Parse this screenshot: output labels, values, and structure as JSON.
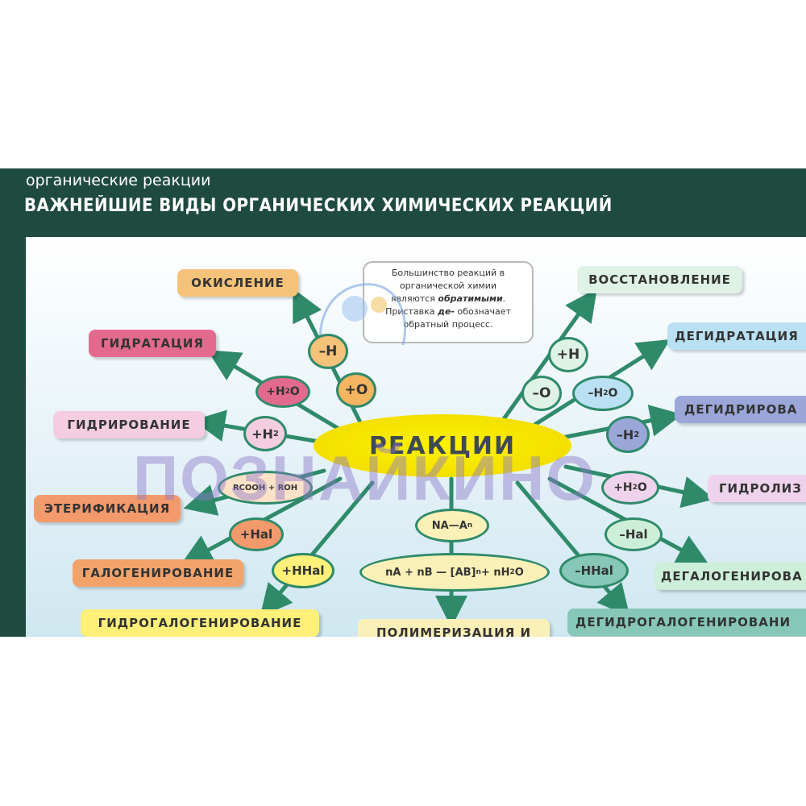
{
  "header": {
    "subtitle": "органические реакции",
    "title": "ВАЖНЕЙШИЕ ВИДЫ ОРГАНИЧЕСКИХ ХИМИЧЕСКИХ РЕАКЦИЙ"
  },
  "center_label": "РЕАКЦИИ",
  "note": {
    "line1": "Большинство реакций в",
    "line2": "органической химии",
    "line3_pre": "являются ",
    "line3_bold": "обратимыми",
    "line3_post": ".",
    "line4_pre": "Приставка ",
    "line4_bold": "де-",
    "line4_post": " обозначает",
    "line5": "обратный процесс."
  },
  "left_reactions": {
    "oxidation": "ОКИСЛЕНИЕ",
    "hydration": "ГИДРАТАЦИЯ",
    "hydrogenation": "ГИДРИРОВАНИЕ",
    "esterification": "ЭТЕРИФИКАЦИЯ",
    "halogenation": "ГАЛОГЕНИРОВАНИЕ",
    "hydrohalogenation": "ГИДРОГАЛОГЕНИРОВАНИЕ"
  },
  "right_reactions": {
    "reduction": "ВОССТАНОВЛЕНИЕ",
    "dehydration": "ДЕГИДРАТАЦИЯ",
    "dehydrogenation": "ДЕГИДРИРОВА",
    "hydrolysis": "ГИДРОЛИЗ",
    "dehalogenation": "ДЕГАЛОГЕНИРОВА",
    "dehydrohalogenation": "ДЕГИДРОГАЛОГЕНИРОВАНИ"
  },
  "bottom_reaction": "ПОЛИМЕРИЗАЦИЯ И",
  "agents": {
    "minus_h": "–H",
    "plus_o": "+O",
    "plus_h2o": "+H",
    "plus_h2": "+H",
    "rcooh": "RCOOH + ROH",
    "plus_hal": "+Hal",
    "plus_hhal": "+HHal",
    "plus_h": "+H",
    "minus_o": "–O",
    "minus_h2o": "–H",
    "minus_h2": "–H",
    "plus_h2o_right": "+H",
    "minus_hal": "–Hal",
    "minus_hhal": "–HHal",
    "na_an_base": "NA—A",
    "poly_formula_1": "nA + nB — [AB]",
    "poly_formula_2": " + nH",
    "poly_formula_3": "O"
  },
  "subscripts": {
    "two": "2",
    "n": "n"
  },
  "o_suffix": "O",
  "watermark": "ПОЗНАЙКИНО",
  "colors": {
    "header_bg": "#1f4a3f",
    "arrow": "#2f8a6a",
    "center": "#fff200"
  }
}
